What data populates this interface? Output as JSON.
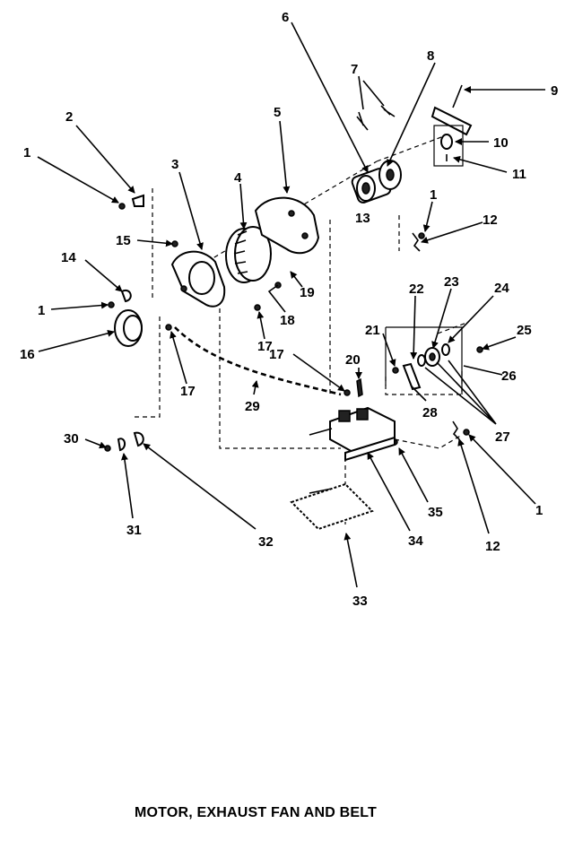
{
  "caption": "MOTOR, EXHAUST FAN AND BELT",
  "callouts": [
    "1",
    "2",
    "3",
    "4",
    "5",
    "6",
    "7",
    "8",
    "9",
    "10",
    "11",
    "12",
    "13",
    "14",
    "15",
    "16",
    "17",
    "18",
    "19",
    "20",
    "21",
    "22",
    "23",
    "24",
    "25",
    "26",
    "27",
    "28",
    "29",
    "30",
    "31",
    "32",
    "33",
    "34",
    "35"
  ],
  "callout_labels": {
    "c1a": "1",
    "c2": "2",
    "c3": "3",
    "c4": "4",
    "c5": "5",
    "c6": "6",
    "c7": "7",
    "c8": "8",
    "c9": "9",
    "c10": "10",
    "c11": "11",
    "c1b": "1",
    "c12a": "12",
    "c13": "13",
    "c14": "14",
    "c15": "15",
    "c1c": "1",
    "c16": "16",
    "c17a": "17",
    "c17b": "17",
    "c17c": "17",
    "c18": "18",
    "c19": "19",
    "c20": "20",
    "c21": "21",
    "c22": "22",
    "c23": "23",
    "c24": "24",
    "c25": "25",
    "c26": "26",
    "c27": "27",
    "c28": "28",
    "c29": "29",
    "c30": "30",
    "c31": "31",
    "c32": "32",
    "c33": "33",
    "c34": "34",
    "c35": "35",
    "c1d": "1",
    "c12b": "12"
  }
}
